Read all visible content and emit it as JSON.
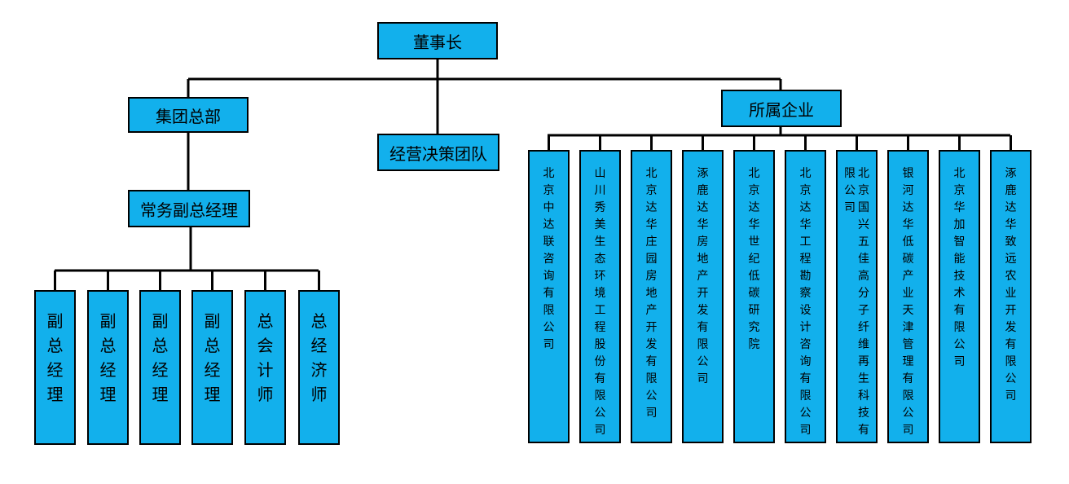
{
  "org": {
    "chairman": "董事长",
    "hq": "集团总部",
    "decision_team": "经营决策团队",
    "subsidiaries_header": "所属企业",
    "executive_vp": "常务副总经理",
    "officers": [
      "副总经理",
      "副总经理",
      "副总经理",
      "副总经理",
      "总会计师",
      "总经济师"
    ],
    "companies": [
      "北京中达联咨询有限公司",
      "山川秀美生态环境工程股份有限公司",
      "北京达华庄园房地产开发有限公司",
      "涿鹿达华房地产开发有限公司",
      "北京达华世纪低碳研究院",
      "北京达华工程勘察设计咨询有限公司",
      "北京国兴五佳高分子纤维再生科技有限公司",
      "银河达华低碳产业天津管理有限公司",
      "北京华加智能技术有限公司",
      "涿鹿达华致远农业开发有限公司"
    ]
  },
  "colors": {
    "box_fill": "#12b0ec",
    "border": "#000000"
  }
}
